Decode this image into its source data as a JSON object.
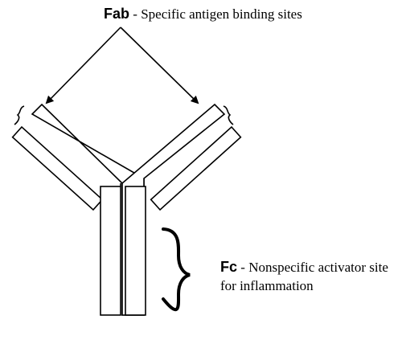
{
  "fab": {
    "term": "Fab",
    "dash": " - ",
    "description": "Specific antigen binding sites"
  },
  "fc": {
    "term": "Fc",
    "dash": " - ",
    "description_line1": "Nonspecific activator site",
    "description_line2": "for inflammation"
  },
  "colors": {
    "stroke": "#000000",
    "fill": "#ffffff"
  }
}
